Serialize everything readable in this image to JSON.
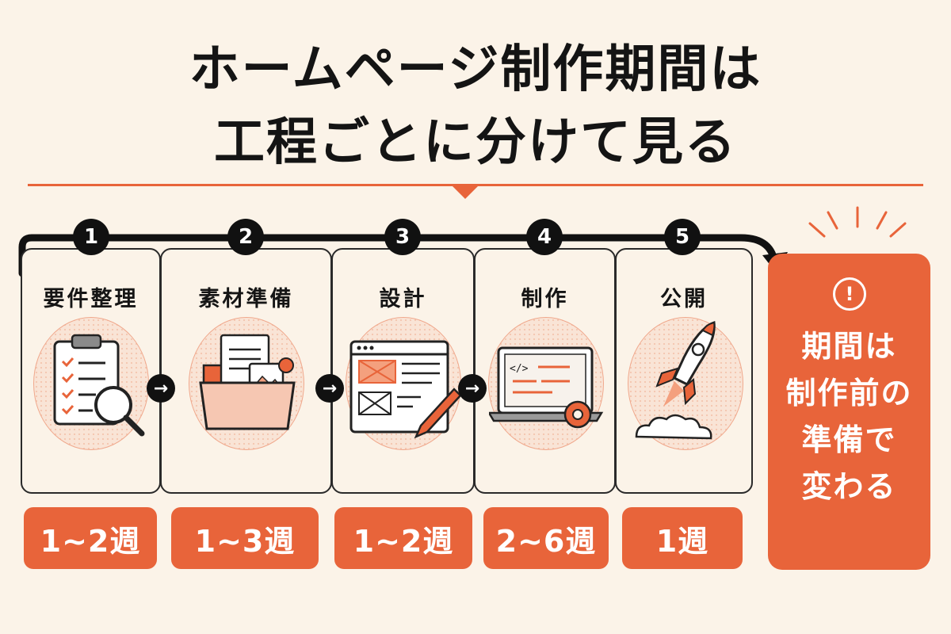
{
  "title": {
    "line1": "ホームページ制作期間は",
    "line2": "工程ごとに分けて見る"
  },
  "steps": [
    {
      "number": "1",
      "label": "要件整理",
      "duration": "1~2週",
      "icon": "clipboard-magnifier-icon"
    },
    {
      "number": "2",
      "label": "素材準備",
      "duration": "1~3週",
      "icon": "folder-documents-icon"
    },
    {
      "number": "3",
      "label": "設計",
      "duration": "1~2週",
      "icon": "wireframe-pencil-icon"
    },
    {
      "number": "4",
      "label": "制作",
      "duration": "2~6週",
      "icon": "laptop-code-gear-icon"
    },
    {
      "number": "5",
      "label": "公開",
      "duration": "1週",
      "icon": "rocket-launch-icon"
    }
  ],
  "connector_symbol": "→",
  "callout": {
    "icon_symbol": "!",
    "lines": [
      "期間は",
      "制作前の",
      "準備で",
      "変わる"
    ]
  },
  "colors": {
    "accent": "#e8643a",
    "background": "#fbf3e8",
    "ink": "#111111",
    "soft": "#f9e4d6"
  }
}
